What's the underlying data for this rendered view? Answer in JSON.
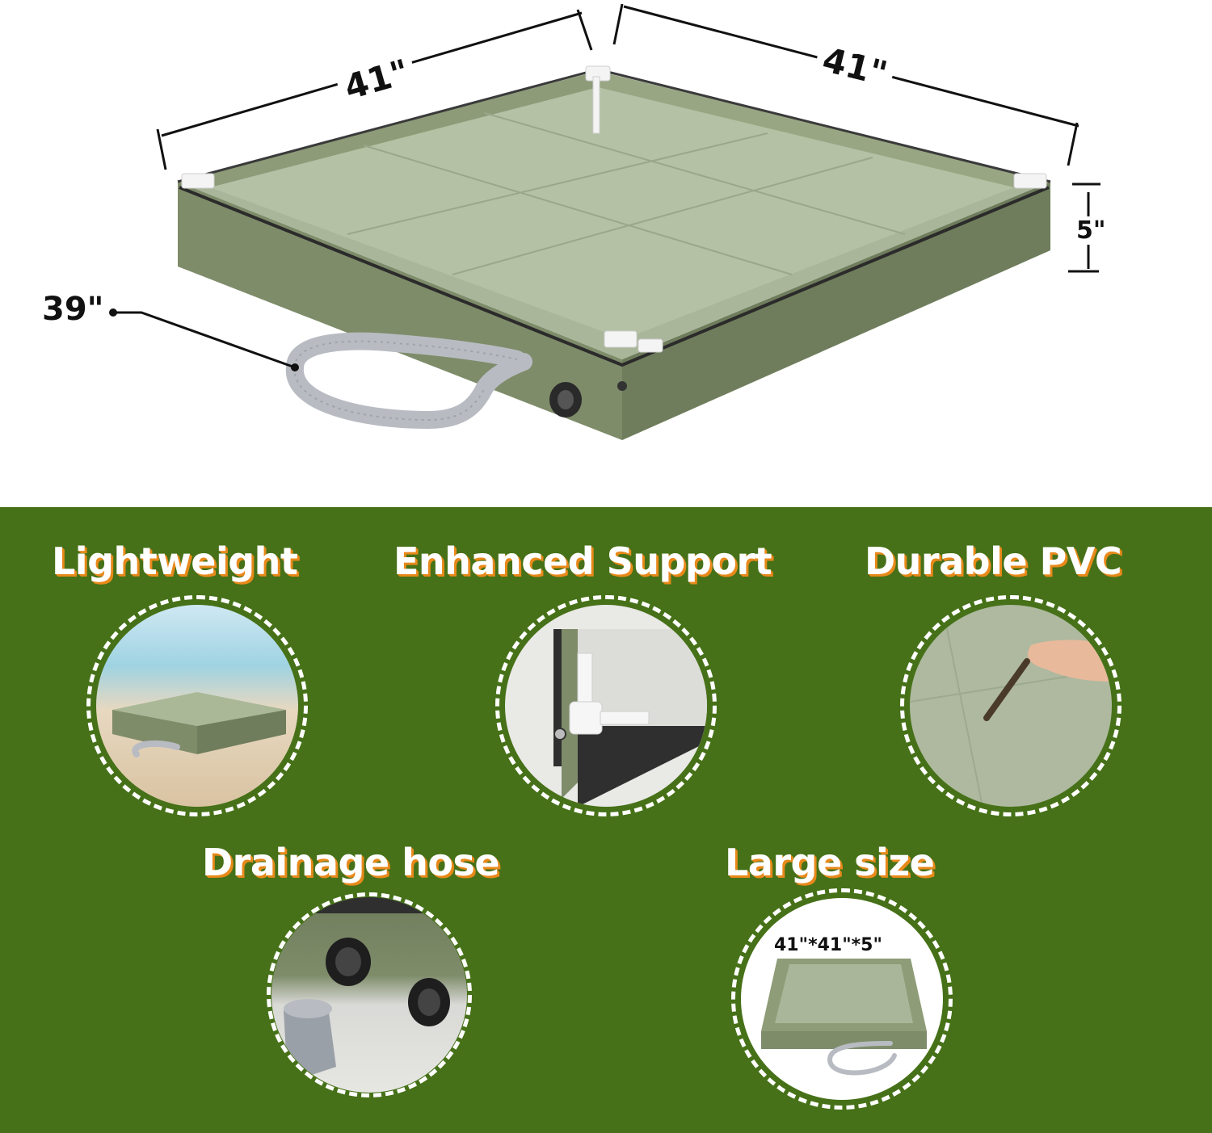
{
  "product": {
    "dimensions": {
      "length_label": "41\"",
      "width_label": "41\"",
      "height_label": "5\"",
      "hose_label": "39\""
    },
    "colors": {
      "fabric": "#7e8c6a",
      "fabric_light": "#a9b69a",
      "banner_green": "#467118",
      "title_shadow": "#e8891a",
      "hose": "#b8bcc2"
    }
  },
  "features": {
    "lightweight": {
      "title": "Lightweight"
    },
    "support": {
      "title": "Enhanced Support"
    },
    "pvc": {
      "title": "Durable PVC"
    },
    "drainage": {
      "title": "Drainage hose"
    },
    "size": {
      "title": "Large size",
      "spec": "41\"*41\"*5\""
    }
  }
}
